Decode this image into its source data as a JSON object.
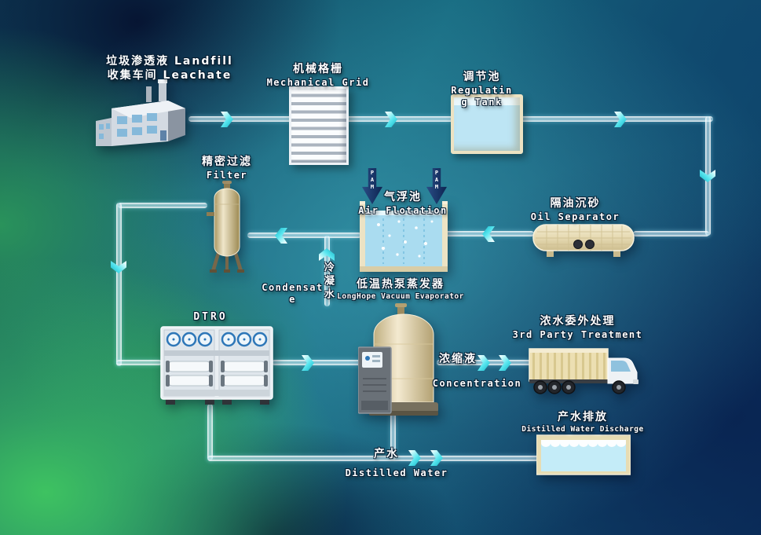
{
  "colors": {
    "arrow_cyan": "#4fe0ea",
    "pipe_white": "#e6f6fd",
    "dosing_navy": "#1a3a6e",
    "vessel_tan": "#e8ddb9",
    "water_blue": "#bfe9f6"
  },
  "nodes": {
    "factory": {
      "line1": "垃圾渗透液 Landfill",
      "line2": "收集车间  Leachate"
    },
    "mechanical_grid": {
      "cn": "机械格栅",
      "en": "Mechanical Grid"
    },
    "regulating_tank": {
      "cn": "调节池",
      "en_line1": "Regulatin",
      "en_line2": "g Tank"
    },
    "oil_separator": {
      "cn": "隔油沉砂",
      "en": "Oil Separator"
    },
    "air_flotation": {
      "cn": "气浮池",
      "en": "Air Flotation",
      "dosing_left": "PAM",
      "dosing_right": "PAM"
    },
    "filter": {
      "cn": "精密过滤",
      "en": "Filter"
    },
    "dtro": {
      "en": "DTRO"
    },
    "evaporator": {
      "cn": "低温热泵蒸发器",
      "en": "LongHope Vacuum Evaporator"
    },
    "third_party": {
      "cn": "浓水委外处理",
      "en": "3rd Party Treatment"
    },
    "discharge": {
      "cn": "产水排放",
      "en": "Distilled Water Discharge"
    }
  },
  "streams": {
    "condensate": {
      "en_line1": "Condensat",
      "en_line2": "e",
      "cn": "冷凝水"
    },
    "concentrate": {
      "cn": "浓缩液",
      "en": "Concentration"
    },
    "product_water": {
      "cn": "产水",
      "en": "Distilled Water"
    }
  }
}
